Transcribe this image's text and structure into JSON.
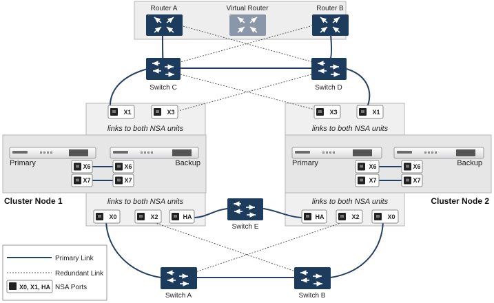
{
  "routers": {
    "router_a": "Router A",
    "virtual_router": "Virtual Router",
    "router_b": "Router B"
  },
  "switches": {
    "switch_a": "Switch A",
    "switch_b": "Switch B",
    "switch_c": "Switch C",
    "switch_d": "Switch D",
    "switch_e": "Switch E"
  },
  "panels": {
    "links_label": "links to both NSA units"
  },
  "nodes": {
    "node1_label": "Cluster Node 1",
    "node2_label": "Cluster Node 2",
    "primary": "Primary",
    "backup": "Backup"
  },
  "ports": {
    "x0": "X0",
    "x1": "X1",
    "x2": "X2",
    "x3": "X3",
    "x6": "X6",
    "x7": "X7",
    "ha": "HA"
  },
  "legend": {
    "primary_link": "Primary Link",
    "redundant_link": "Redundant Link",
    "nsa_ports_key": "X0, X1, HA",
    "nsa_ports": "NSA Ports"
  },
  "colors": {
    "device_navy": "#1d3b5c",
    "virtual_grey": "#8a97a8",
    "panel_grey": "#eeeeee",
    "panel_border": "#b5b5b5",
    "primary_line": "#243f63",
    "redundant_line": "#555555"
  },
  "icons": {
    "router": "router-arrows-icon",
    "switch": "switch-arrows-icon",
    "port": "ethernet-port-icon"
  }
}
